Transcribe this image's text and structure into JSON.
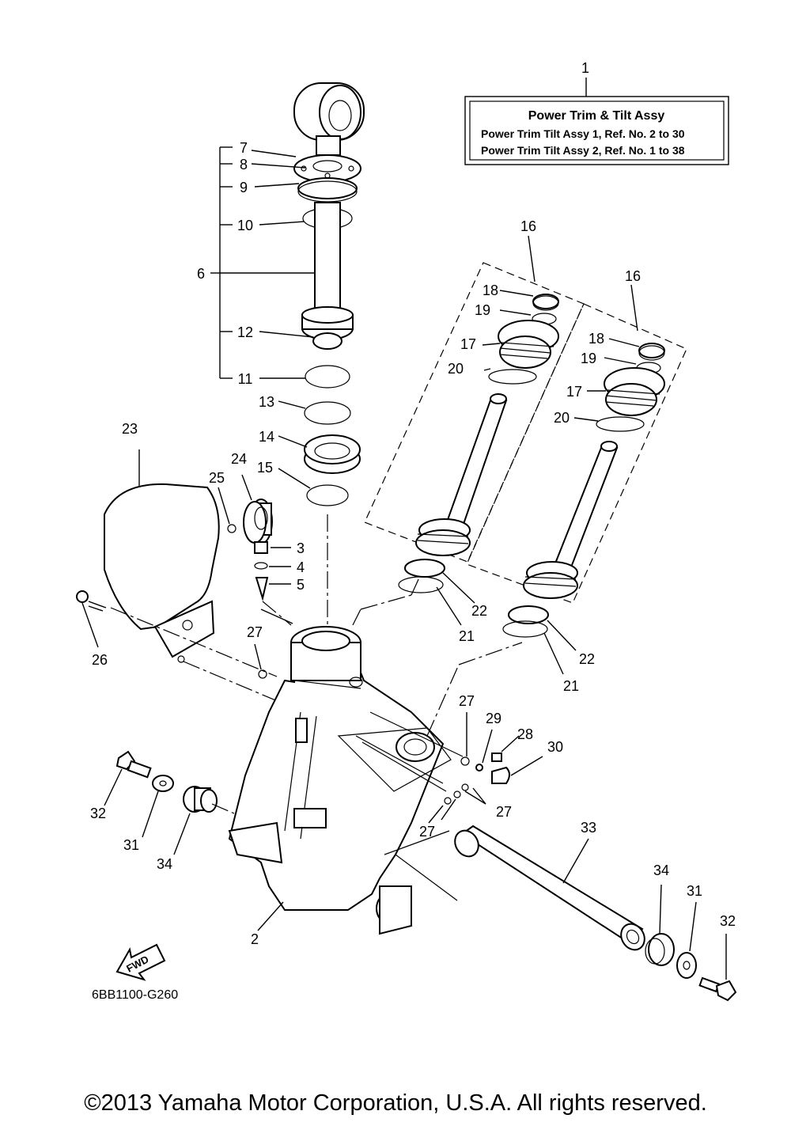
{
  "legend_box": {
    "callout": "1",
    "title": "Power Trim & Tilt Assy",
    "line1": "Power Trim Tilt Assy 1,   Ref. No.  2  to  30",
    "line2": "Power Trim Tilt Assy 2,   Ref. No.  1  to  38"
  },
  "callouts": {
    "c2": "2",
    "c3": "3",
    "c4": "4",
    "c5": "5",
    "c6": "6",
    "c7": "7",
    "c8": "8",
    "c9": "9",
    "c10": "10",
    "c11": "11",
    "c12": "12",
    "c13": "13",
    "c14": "14",
    "c15": "15",
    "c16a": "16",
    "c16b": "16",
    "c17a": "17",
    "c17b": "17",
    "c18a": "18",
    "c18b": "18",
    "c19a": "19",
    "c19b": "19",
    "c20a": "20",
    "c20b": "20",
    "c21a": "21",
    "c21b": "21",
    "c22a": "22",
    "c22b": "22",
    "c23": "23",
    "c24": "24",
    "c25": "25",
    "c26": "26",
    "c27a": "27",
    "c27b": "27",
    "c27c": "27",
    "c27d": "27",
    "c28": "28",
    "c29": "29",
    "c30": "30",
    "c31a": "31",
    "c31b": "31",
    "c32a": "32",
    "c32b": "32",
    "c33": "33",
    "c34a": "34",
    "c34b": "34"
  },
  "fwd_label": "FWD",
  "diagram_code": "6BB1100-G260",
  "copyright": "©2013 Yamaha Motor Corporation, U.S.A. All rights reserved."
}
